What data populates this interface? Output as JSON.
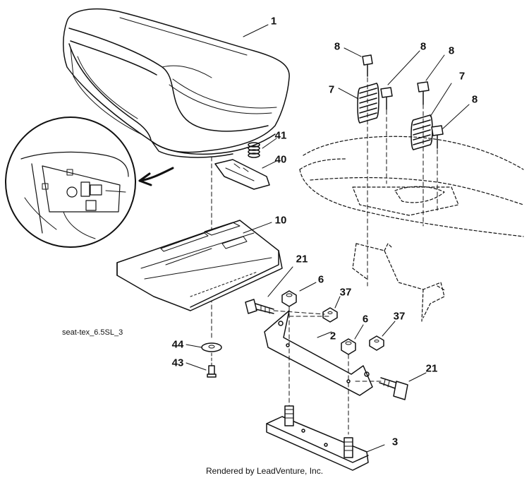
{
  "diagram": {
    "caption": "seat-tex_6.5SL_3",
    "footer": "Rendered by LeadVenture, Inc.",
    "callouts": {
      "seat": "1",
      "bracket_hinge": "2",
      "base_plate": "3",
      "nut_flange_left": "6",
      "nut_flange_right": "6",
      "spring_left": "7",
      "spring_right": "7",
      "bolt_a": "8",
      "bolt_b": "8",
      "bolt_c": "8",
      "bolt_d": "8",
      "seat_pan": "10",
      "bolt_shoulder_left": "21",
      "bolt_shoulder_right": "21",
      "nut_lock_left": "37",
      "nut_lock_right": "37",
      "switch_plate": "40",
      "switch_spring": "41",
      "screw": "43",
      "washer": "44"
    }
  }
}
